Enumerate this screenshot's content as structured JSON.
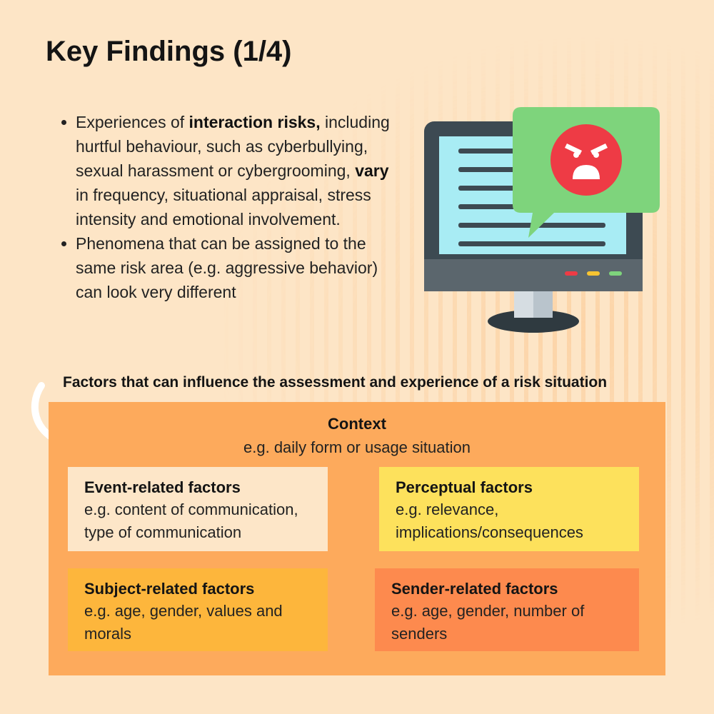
{
  "title": "Key Findings (1/4)",
  "bullets": [
    {
      "parts": [
        {
          "text": "Experiences of ",
          "bold": false
        },
        {
          "text": "interaction risks,",
          "bold": true
        },
        {
          "text": " including hurtful behaviour, such as cyberbullying, sexual harassment or cybergrooming, ",
          "bold": false
        },
        {
          "text": "vary",
          "bold": true
        },
        {
          "text": " in frequency, situational appraisal, stress intensity and emotional involvement.",
          "bold": false
        }
      ]
    },
    {
      "parts": [
        {
          "text": "Phenomena that can be assigned to the same risk area (e.g. aggressive behavior) can look very different",
          "bold": false
        }
      ]
    }
  ],
  "illustration": {
    "icon": "computer-monitor-angry-face-speech-bubble-icon",
    "colors": {
      "screen": "#a8ecf4",
      "bezel": "#3d4a52",
      "bubble": "#7ed47c",
      "face": "#ee3b45"
    }
  },
  "factors": {
    "heading": "Factors that can influence the assessment and experience of a risk situation",
    "context": {
      "title": "Context",
      "subtitle": "e.g. daily form or usage situation"
    },
    "items": [
      {
        "title": "Event-related factors",
        "desc": "e.g. content of communication, type of communication"
      },
      {
        "title": "Perceptual factors",
        "desc": "e.g. relevance, implications/consequences"
      },
      {
        "title": "Subject-related factors",
        "desc": "e.g. age, gender, values and morals"
      },
      {
        "title": "Sender-related factors",
        "desc": "e.g. age, gender, number of senders"
      }
    ]
  },
  "colors": {
    "background": "#fde5c6",
    "context_box": "#fdaa5c",
    "event": "#fde6c8",
    "perceptual": "#fde15c",
    "subject": "#fdb63c",
    "sender": "#fd8a4e"
  }
}
